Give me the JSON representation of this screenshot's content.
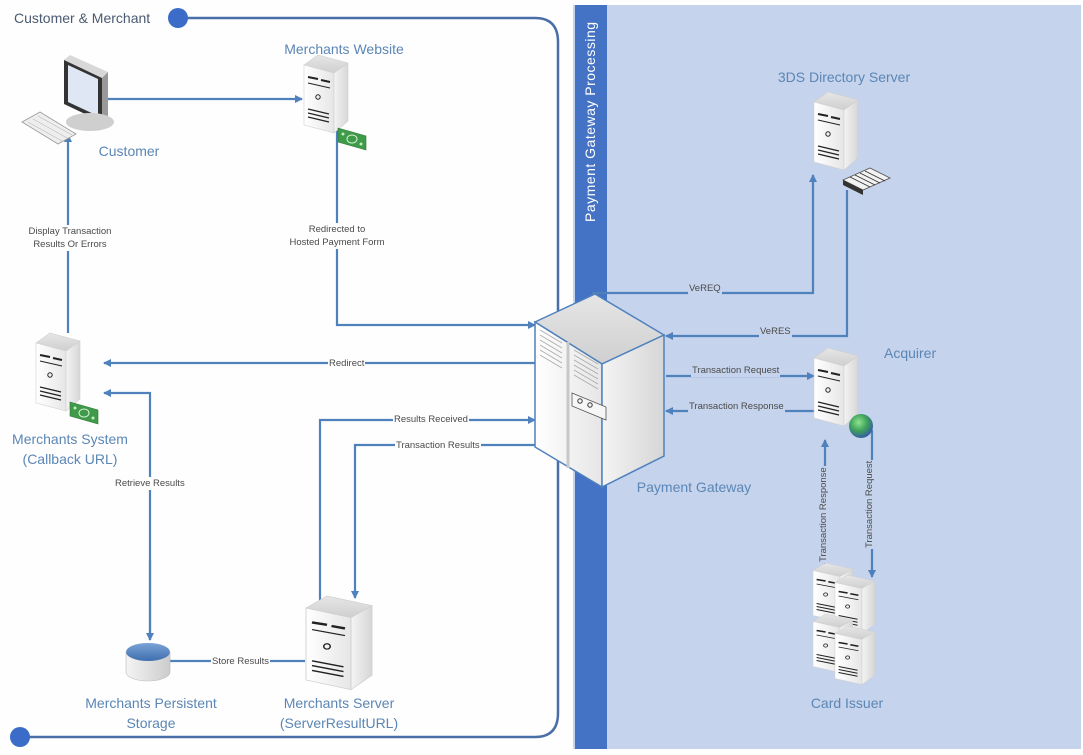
{
  "swimlanes": {
    "customer_merchant": {
      "title": "Customer & Merchant"
    },
    "gateway_processing": {
      "title": "Payment Gateway Processing"
    }
  },
  "colors": {
    "connector": "#4f81bd",
    "lane_band": "#4472c4",
    "lane_fill": "#c5d3ec",
    "node_label": "#5b86b5",
    "edge_label": "#4a4a4a",
    "lane_border": "#4a6fa8"
  },
  "nodes": {
    "customer": {
      "label": "Customer",
      "icon": "desktop-computer-icon"
    },
    "merchants_website": {
      "label": "Merchants Website",
      "icon": "server-tower-icon"
    },
    "merchants_system": {
      "label_line1": "Merchants System",
      "label_line2": "(Callback URL)",
      "icon": "server-tower-icon"
    },
    "merchants_storage": {
      "label_line1": "Merchants Persistent",
      "label_line2": "Storage",
      "icon": "database-icon"
    },
    "merchants_server": {
      "label_line1": "Merchants Server",
      "label_line2": "(ServerResultURL)",
      "icon": "server-tower-icon"
    },
    "payment_gateway": {
      "label": "Payment Gateway",
      "icon": "mainframe-icon"
    },
    "directory_server": {
      "label": "3DS Directory Server",
      "icon": "server-tower-icon"
    },
    "acquirer": {
      "label": "Acquirer",
      "icon": "server-tower-icon"
    },
    "card_issuer": {
      "label": "Card Issuer",
      "icon": "server-cluster-icon"
    }
  },
  "edges": {
    "display_results": {
      "line1": "Display Transaction",
      "line2": "Results Or Errors"
    },
    "redirected_to": {
      "line1": "Redirected to",
      "line2": "Hosted Payment Form"
    },
    "redirect": {
      "label": "Redirect"
    },
    "results_received": {
      "label": "Results Received"
    },
    "transaction_results": {
      "label": "Transaction Results"
    },
    "retrieve_results": {
      "label": "Retrieve Results"
    },
    "store_results": {
      "label": "Store Results"
    },
    "vereq": {
      "label": "VeREQ"
    },
    "veres": {
      "label": "VeRES"
    },
    "transaction_request": {
      "label": "Transaction Request"
    },
    "transaction_response": {
      "label": "Transaction Response"
    },
    "issuer_response": {
      "label": "Transaction Response"
    },
    "issuer_request": {
      "label": "Transaction Request"
    }
  }
}
